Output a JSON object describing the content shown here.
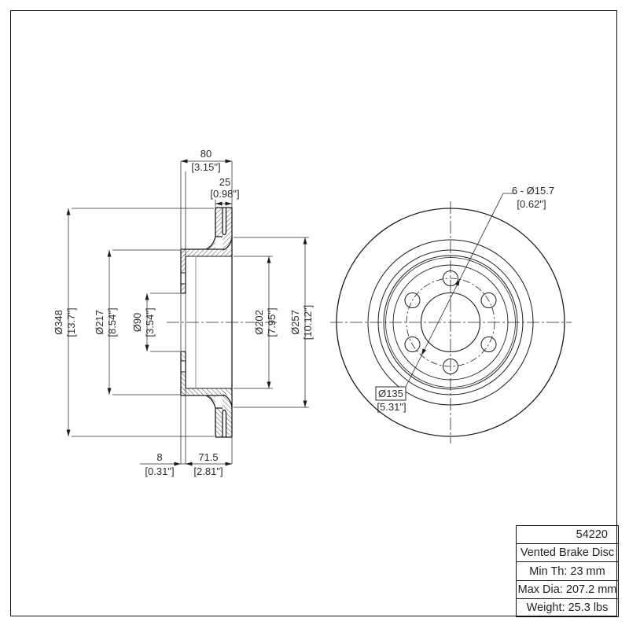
{
  "drawing_title": "Vented Brake Disc technical drawing",
  "section_view": {
    "dims": {
      "d80": {
        "mm": "80",
        "inch": "[3.15\"]"
      },
      "d25": {
        "mm": "25",
        "inch": "[0.98\"]"
      },
      "d8": {
        "mm": "8",
        "inch": "[0.31\"]"
      },
      "d715": {
        "mm": "71.5",
        "inch": "[2.81\"]"
      },
      "d348": {
        "mm": "Ø348",
        "inch": "[13.7\"]"
      },
      "d217": {
        "mm": "Ø217",
        "inch": "[8.54\"]"
      },
      "d90": {
        "mm": "Ø90",
        "inch": "[3.54\"]"
      },
      "d202": {
        "mm": "Ø202",
        "inch": "[7.95\"]"
      },
      "d257": {
        "mm": "Ø257",
        "inch": "[10.12\"]"
      }
    }
  },
  "front_view": {
    "bolt": {
      "line1": "6 - Ø15.7",
      "line2": "[0.62\"]"
    },
    "bcd": {
      "label": "Ø135",
      "inch": "[5.31\"]"
    }
  },
  "table": {
    "rows": [
      "54220",
      "Vented Brake Disc",
      "Min Th: 23 mm",
      "Max Dia: 207.2 mm",
      "Weight: 25.3 lbs"
    ]
  }
}
